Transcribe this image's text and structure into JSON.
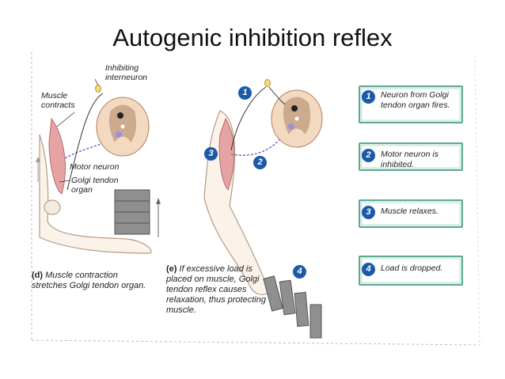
{
  "title": "Autogenic inhibition reflex",
  "panel_d": {
    "labels": {
      "inhibiting_interneuron": "Inhibiting\ninterneuron",
      "muscle_contracts": "Muscle\ncontracts",
      "motor_neuron": "Motor neuron",
      "golgi_tendon_organ": "Golgi tendon\norgan"
    },
    "caption_letter": "(d)",
    "caption": "Muscle contraction stretches Golgi tendon organ."
  },
  "panel_e": {
    "caption_letter": "(e)",
    "caption": "If excessive load is placed on muscle, Golgi tendon reflex causes relaxation, thus protecting muscle.",
    "markers": [
      "1",
      "2",
      "3",
      "4"
    ]
  },
  "steps": [
    {
      "number": "1",
      "text": "Neuron from Golgi tendon organ fires."
    },
    {
      "number": "2",
      "text": "Motor neuron is inhibited."
    },
    {
      "number": "3",
      "text": "Muscle relaxes."
    },
    {
      "number": "4",
      "text": "Load is dropped."
    }
  ],
  "colors": {
    "step_marker": "#1a5aa8",
    "box_border": "#5fa895",
    "muscle": "#e6a3a3",
    "motor_neuron": "#7a68c9",
    "spinal_cord": "#f3d9c0"
  }
}
